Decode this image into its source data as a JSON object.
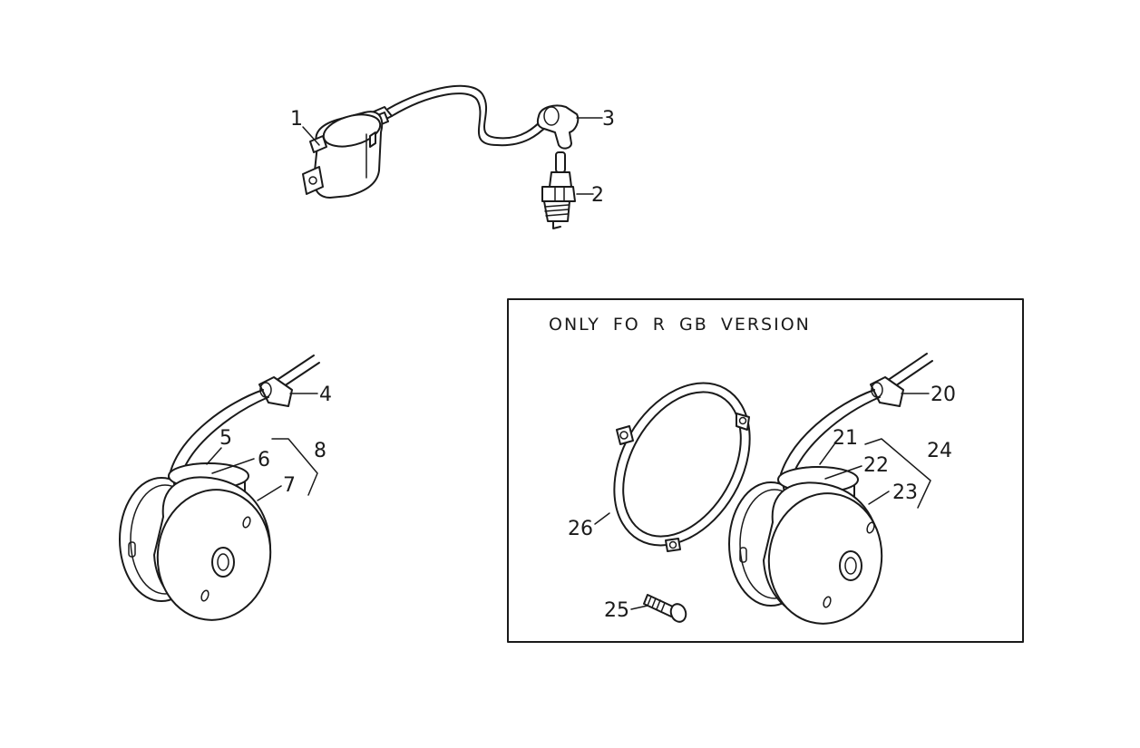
{
  "callouts": {
    "p1": "1",
    "p2": "2",
    "p3": "3",
    "p4": "4",
    "p5": "5",
    "p6": "6",
    "p7": "7",
    "p8": "8",
    "p20": "20",
    "p21": "21",
    "p22": "22",
    "p23": "23",
    "p24": "24",
    "p25": "25",
    "p26": "26"
  },
  "inset": {
    "title": "ONLY FO R GB VERSION"
  }
}
